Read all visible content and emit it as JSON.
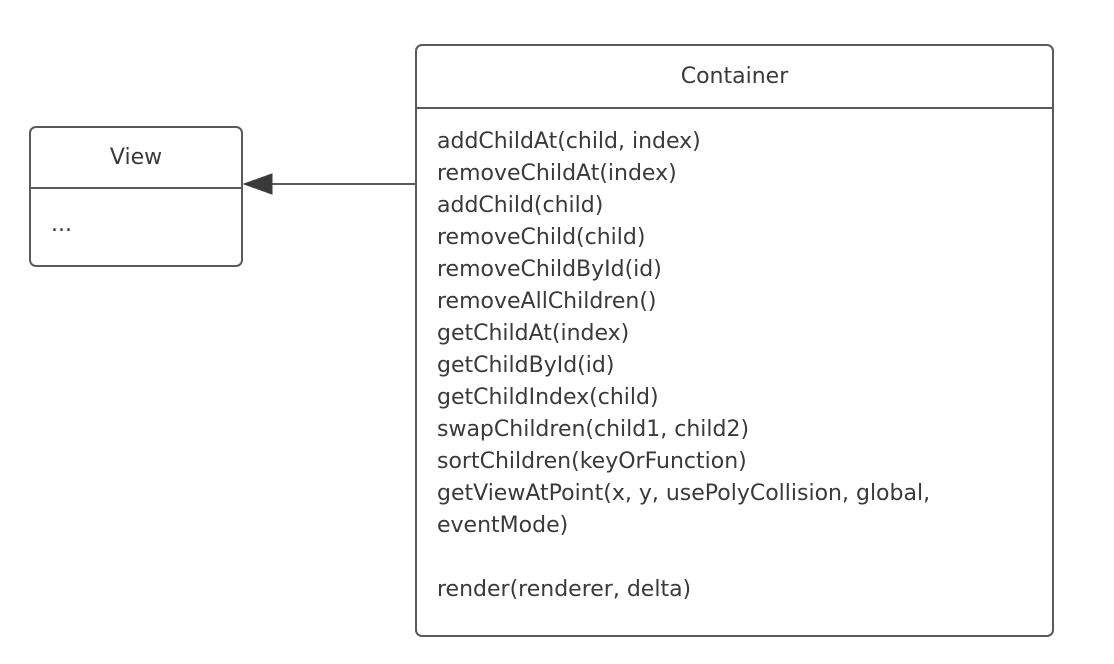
{
  "diagram": {
    "view_class": {
      "name": "View",
      "members": [
        "..."
      ]
    },
    "container_class": {
      "name": "Container",
      "methods": [
        "addChildAt(child, index)",
        "removeChildAt(index)",
        "addChild(child)",
        "removeChild(child)",
        "removeChildById(id)",
        "removeAllChildren()",
        "getChildAt(index)",
        "getChildById(id)",
        "getChildIndex(child)",
        "swapChildren(child1, child2)",
        "sortChildren(keyOrFunction)",
        "getViewAtPoint(x, y, usePolyCollision, global,",
        "eventMode)"
      ],
      "extra_methods": [
        "render(renderer, delta)"
      ]
    },
    "relationship": {
      "type": "inheritance",
      "from": "Container",
      "to": "View"
    },
    "colors": {
      "line": "#5a5a5a",
      "text": "#3a3a3a",
      "background": "#ffffff"
    }
  }
}
